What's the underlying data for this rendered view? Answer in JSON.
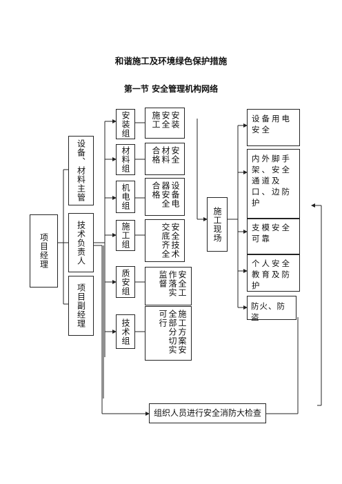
{
  "title": "和谐施工及环境绿色保护措施",
  "subtitle": "第一节    安全管理机构网络",
  "nodes": {
    "manager": "项目经理",
    "equip_head": "设备、材料主管",
    "tech_head": "技术负责人",
    "deputy": "项目副经理",
    "install_group": "安装组",
    "material_group": "材料组",
    "mech_group": "机电组",
    "construct_group": "施工组",
    "quality_group": "质安组",
    "tech_group": "技术组",
    "install_desc": "安装安全施工",
    "material_desc": "安全材料合格",
    "mech_desc": "设备电器安全合格",
    "construct_desc": "安全技术交底齐全",
    "quality_desc": "安全工作落实监督",
    "tech_desc": "施工方案安全部分切实可行",
    "site": "施工现场",
    "r1": "设备用电安全",
    "r2": "内外脚手架、安全通道及口、边防护",
    "r3": "支模安全可靠",
    "r4": "个人安全教育及防护",
    "r5": "防火、防盗",
    "bottom": "组织人员进行安全消防大检查"
  }
}
